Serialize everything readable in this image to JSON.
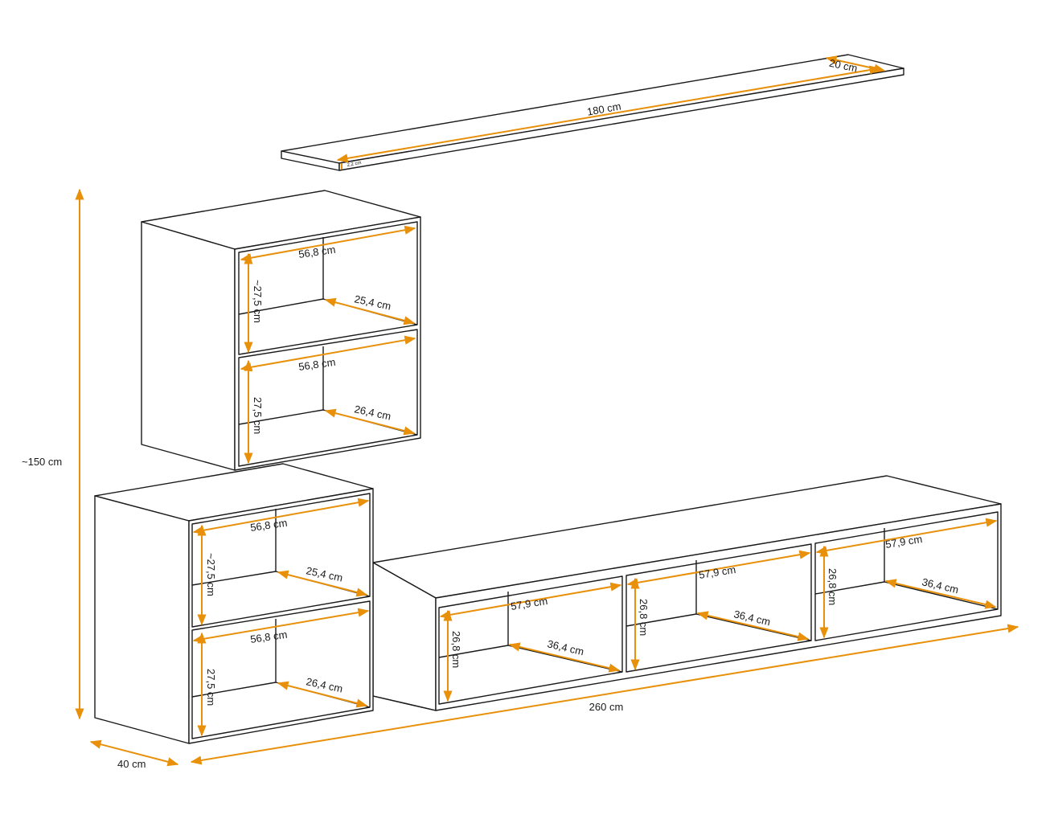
{
  "colors": {
    "dimension_line": "#e8900a",
    "outline": "#1a1a1a",
    "background": "#ffffff"
  },
  "overall": {
    "height": "~150 cm",
    "depth": "40 cm",
    "width": "260 cm"
  },
  "floating_shelf": {
    "length": "180 cm",
    "depth": "20 cm",
    "thickness": "2,2 cm"
  },
  "upper_cabinet": {
    "top_width": "56,8 cm",
    "top_height": "~27,5 cm",
    "top_depth": "25,4 cm",
    "bottom_width": "56,8 cm",
    "bottom_height": "27,5 cm",
    "bottom_depth": "26,4 cm"
  },
  "lower_cabinet": {
    "top_width": "56,8 cm",
    "top_height": "~27,5 cm",
    "top_depth": "25,4 cm",
    "bottom_width": "56,8 cm",
    "bottom_height": "27,5 cm",
    "bottom_depth": "26,4 cm"
  },
  "tv_unit": {
    "compartments": [
      {
        "width": "57,9 cm",
        "height": "26,8 cm",
        "depth": "36,4 cm"
      },
      {
        "width": "57,9 cm",
        "height": "26,8 cm",
        "depth": "36,4 cm"
      },
      {
        "width": "57,9 cm",
        "height": "26,8 cm",
        "depth": "36,4 cm"
      }
    ]
  }
}
